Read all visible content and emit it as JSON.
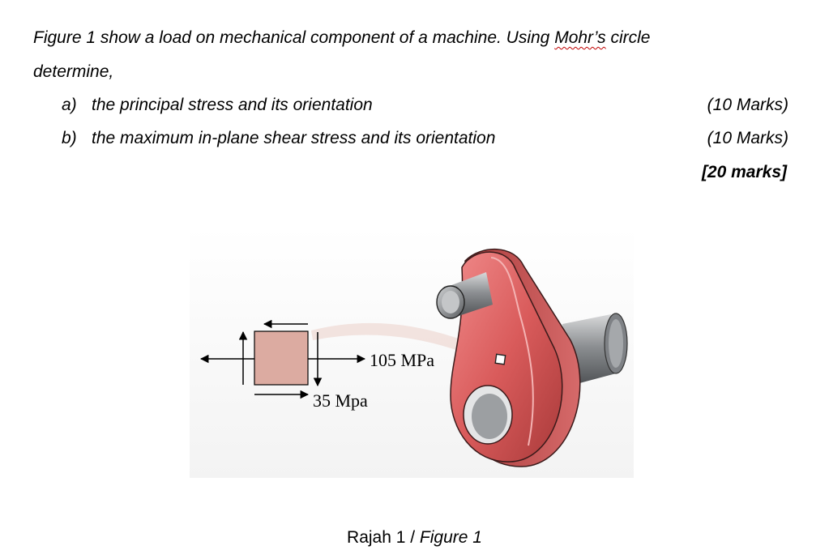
{
  "question": {
    "intro_part1": "Figure 1 show a load on mechanical component of a machine. Using ",
    "intro_mohr": "Mohr’s",
    "intro_part2": " circle",
    "intro_line2": "determine,"
  },
  "items": [
    {
      "label": "a)",
      "text": "the principal stress and its orientation",
      "marks": "(10 Marks)"
    },
    {
      "label": "b)",
      "text": "the maximum in-plane shear stress and its orientation",
      "marks": "(10 Marks)"
    }
  ],
  "total_marks": "[20 marks]",
  "figure": {
    "normal_stress_label": "105 MPa",
    "shear_stress_label": "35 Mpa",
    "colors": {
      "element_fill": "#dcaba1",
      "component_red": "#d95b5b",
      "component_dark": "#a93a3a",
      "shaft_gray": "#8a8d90"
    }
  },
  "caption": {
    "malay": "Rajah 1 / ",
    "english": "Figure 1"
  }
}
